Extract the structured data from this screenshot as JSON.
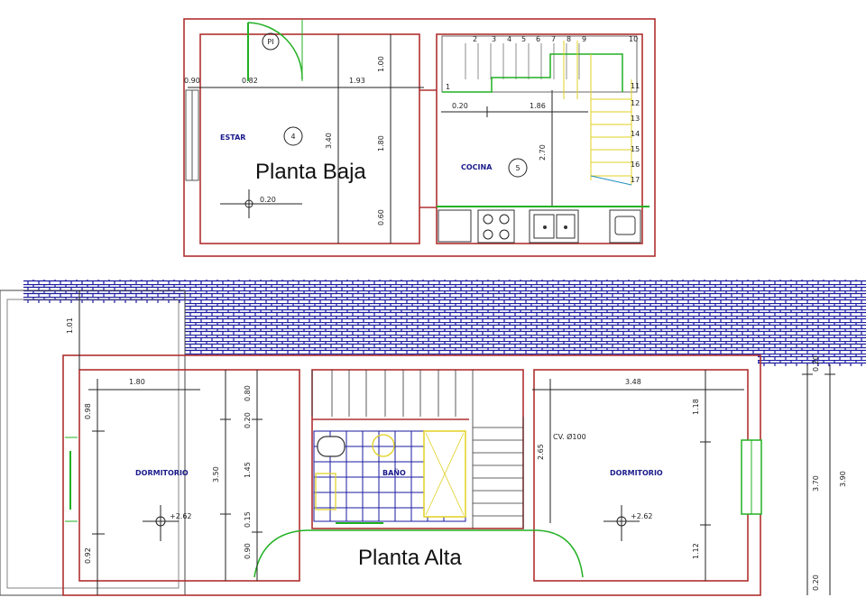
{
  "titles": {
    "ground": "Planta Baja",
    "upper": "Planta Alta"
  },
  "rooms": {
    "estar": "ESTAR",
    "cocina": "COCINA",
    "dorm_left": "DORMITORIO",
    "dorm_right": "DORMITORIO",
    "bano": "BAÑO"
  },
  "markers": {
    "pi": "PI",
    "estar_num": "4",
    "cocina_num": "5"
  },
  "ground_dims": {
    "d090": "0.90",
    "d082": "0.82",
    "d193": "1.93",
    "d100": "1.00",
    "d340": "3.40",
    "d180": "1.80",
    "d060": "0.60",
    "d020": "0.20",
    "d186": "1.86",
    "d270": "2.70",
    "level": "0.20"
  },
  "stair_numbers": [
    "1",
    "2",
    "3",
    "4",
    "5",
    "6",
    "7",
    "8",
    "9",
    "10",
    "11",
    "12",
    "13",
    "14",
    "15",
    "16",
    "17"
  ],
  "upper_dims": {
    "d101": "1.01",
    "d180": "1.80",
    "d098": "0.98",
    "d350": "3.50",
    "d092": "0.92",
    "d080": "0.80",
    "d020": "0.20",
    "d145": "1.45",
    "d015": "0.15",
    "d090": "0.90",
    "d348": "3.48",
    "d118": "1.18",
    "d265": "2.65",
    "d112": "1.12",
    "d370": "3.70",
    "d390": "3.90",
    "d020b": "0.20",
    "d020c": "0.20",
    "cv": "CV. Ø100",
    "level_left": "+2.62",
    "level_right": "+2.62"
  }
}
